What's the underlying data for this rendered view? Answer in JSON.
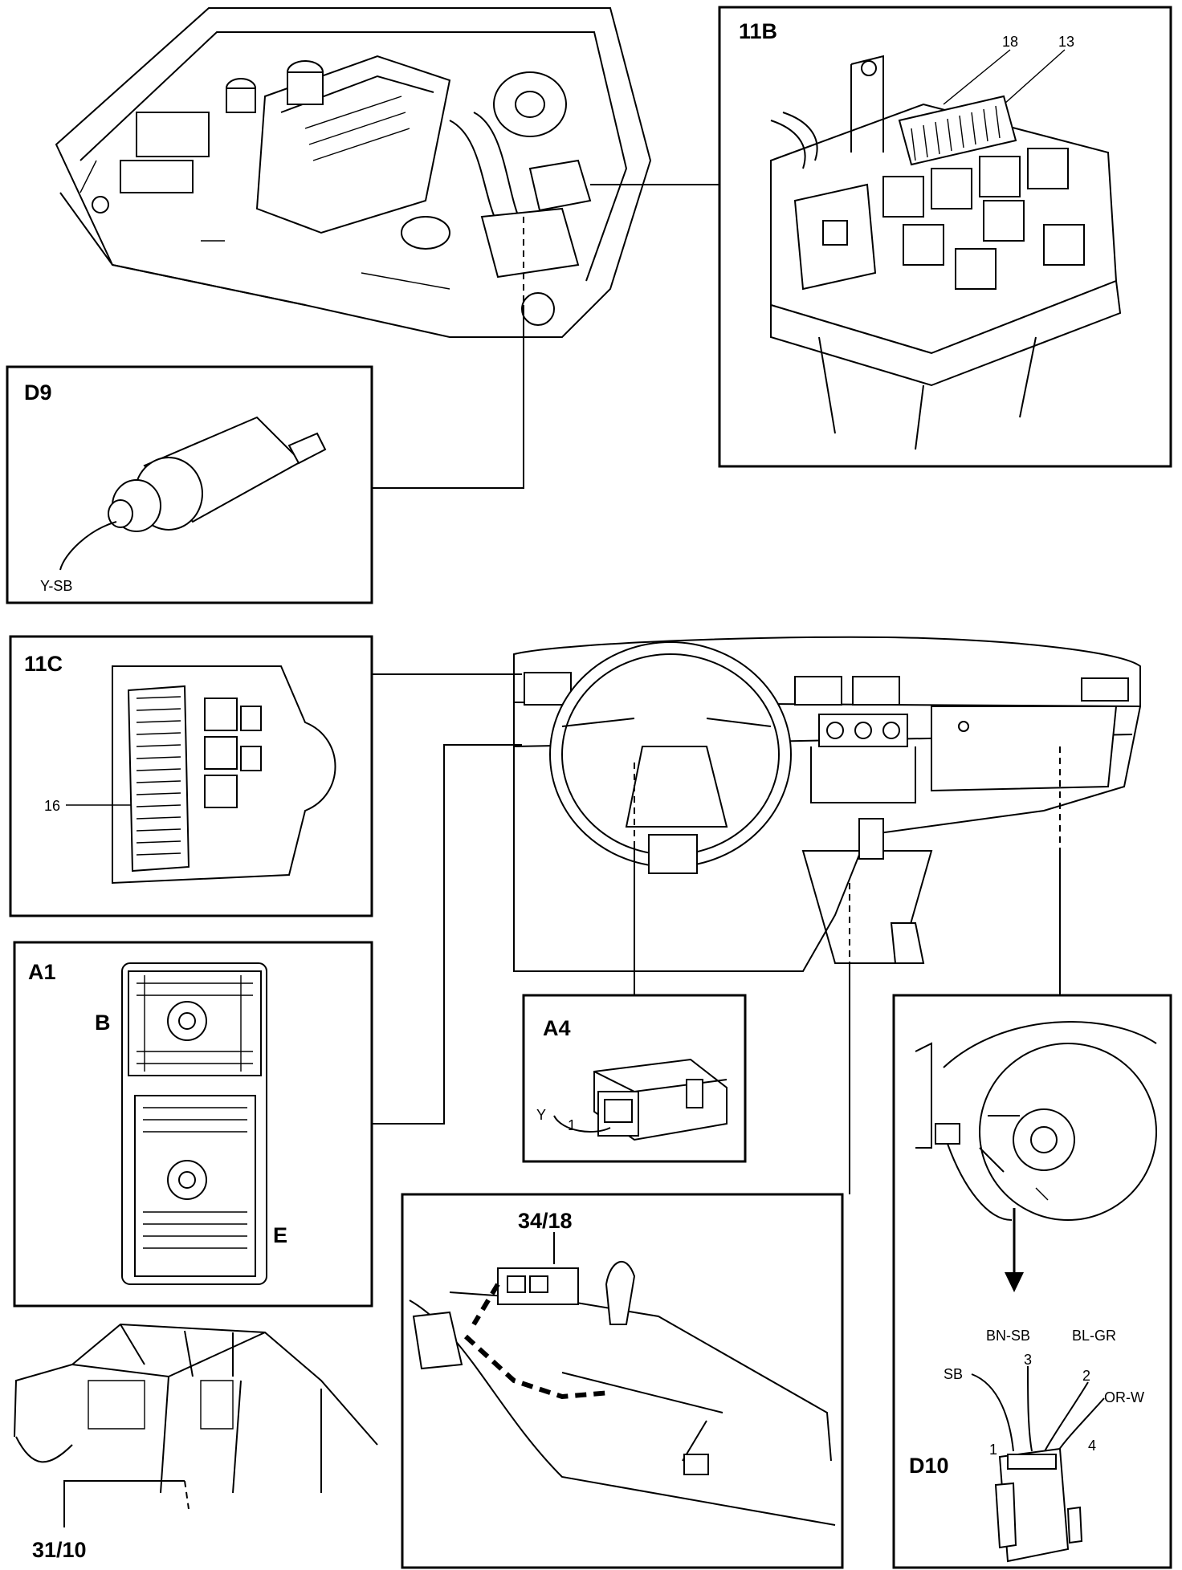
{
  "panels": {
    "d9": {
      "title": "D9",
      "wire": "Y-SB"
    },
    "p11b": {
      "title": "11B",
      "callouts": [
        "18",
        "13"
      ]
    },
    "p11c": {
      "title": "11C",
      "callout": "16"
    },
    "a1": {
      "title": "A1",
      "connector_b": "B",
      "connector_e": "E"
    },
    "a4": {
      "title": "A4",
      "wire": "Y",
      "pin": "1"
    },
    "p34_18": {
      "title": "34/18"
    },
    "d10": {
      "title": "D10",
      "wires": [
        {
          "color": "SB",
          "pin": "1"
        },
        {
          "color": "BN-SB",
          "pin": "3"
        },
        {
          "color": "BL-GR",
          "pin": "2"
        },
        {
          "color": "OR-W",
          "pin": "4"
        }
      ]
    },
    "p31_10": {
      "title": "31/10"
    }
  }
}
